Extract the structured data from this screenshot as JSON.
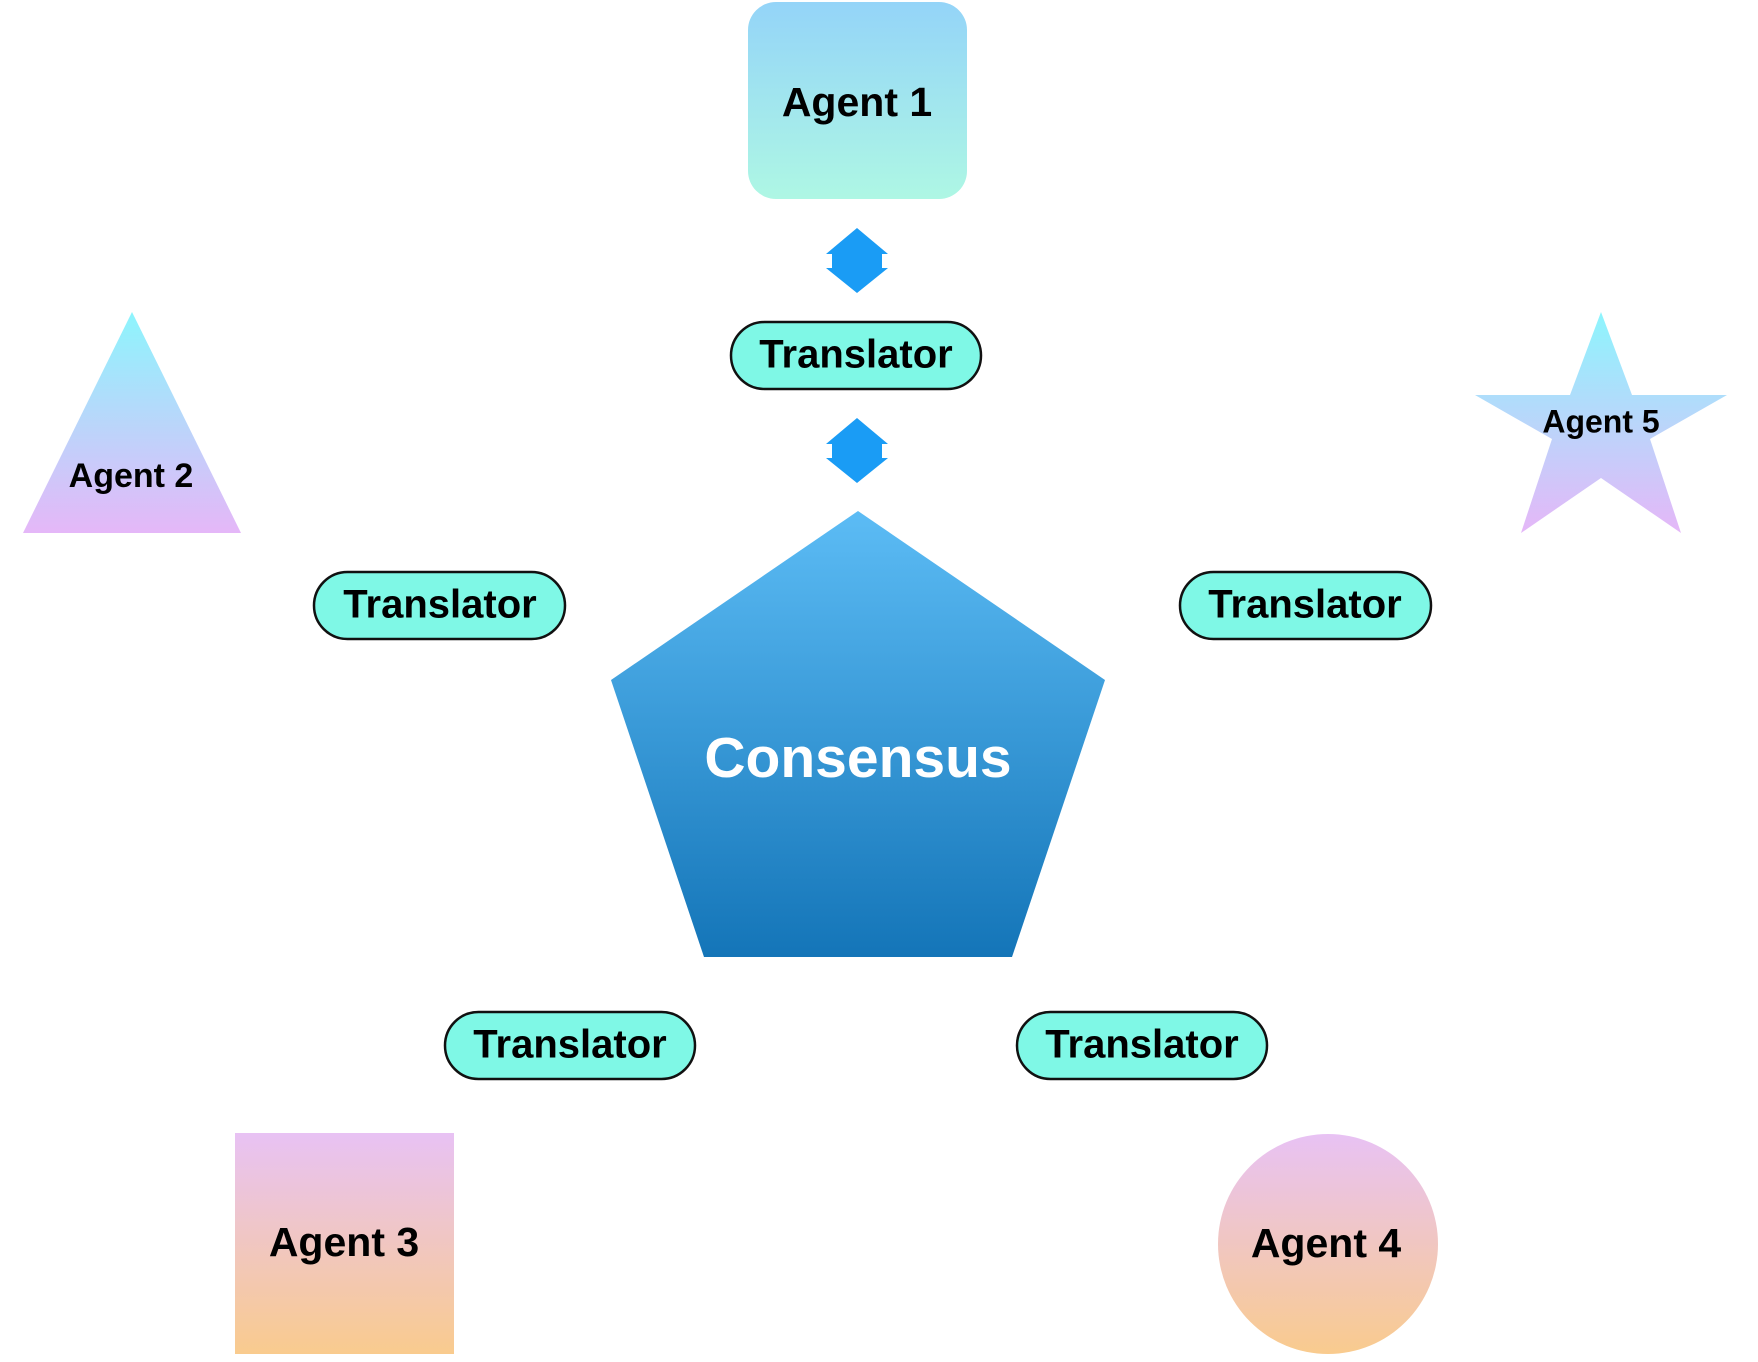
{
  "diagram": {
    "center": {
      "label": "Consensus"
    },
    "agents": [
      {
        "id": "agent-1",
        "label": "Agent 1",
        "shape": "rounded-square"
      },
      {
        "id": "agent-2",
        "label": "Agent 2",
        "shape": "triangle"
      },
      {
        "id": "agent-3",
        "label": "Agent 3",
        "shape": "square"
      },
      {
        "id": "agent-4",
        "label": "Agent 4",
        "shape": "circle"
      },
      {
        "id": "agent-5",
        "label": "Agent 5",
        "shape": "star"
      }
    ],
    "translators": [
      {
        "label": "Translator",
        "connects": "Agent 1"
      },
      {
        "label": "Translator",
        "connects": "Agent 2"
      },
      {
        "label": "Translator",
        "connects": "Agent 5"
      },
      {
        "label": "Translator",
        "connects": "Agent 3"
      },
      {
        "label": "Translator",
        "connects": "Agent 4"
      }
    ],
    "arrows": [
      {
        "type": "double-headed",
        "between": [
          "Agent 1",
          "Translator"
        ]
      },
      {
        "type": "double-headed",
        "between": [
          "Translator",
          "Consensus"
        ]
      }
    ]
  },
  "colors": {
    "background": "#ffffff",
    "consensus_top": "#5cbcf5",
    "consensus_bottom": "#1475b8",
    "consensus_text": "#ffffff",
    "translator_fill": "#7ff8e6",
    "translator_stroke": "#111111",
    "arrow": "#1a9cf5",
    "agent1_top": "#94d4f8",
    "agent1_bottom": "#aef7e4",
    "agent2_top": "#8df5fd",
    "agent2_bottom": "#e5b7f8",
    "agent3_top": "#e8c2f4",
    "agent3_bottom": "#f9cb8e",
    "agent4_top": "#e8c2f4",
    "agent4_bottom": "#f9cb8e",
    "agent5_top": "#8df5fd",
    "agent5_bottom": "#e5b7f8",
    "text": "#000000"
  }
}
